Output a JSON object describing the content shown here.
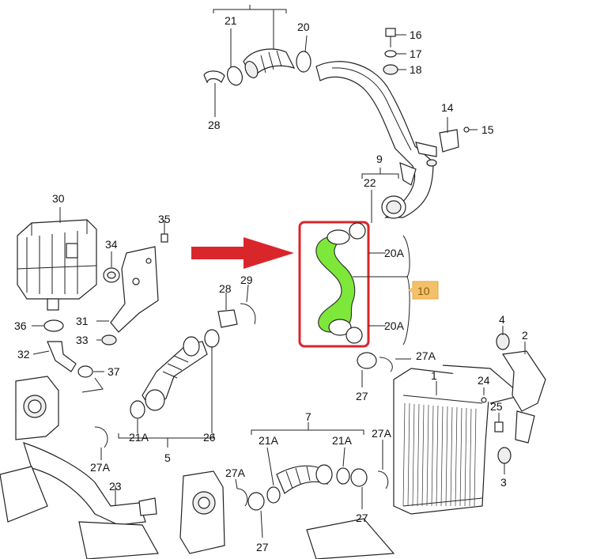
{
  "labels": {
    "l21_top": "21",
    "l20_top": "20",
    "l16": "16",
    "l17": "17",
    "l18": "18",
    "l28_top": "28",
    "l14": "14",
    "l15": "15",
    "l9": "9",
    "l22": "22",
    "l30": "30",
    "l35": "35",
    "l34": "34",
    "l36": "36",
    "l31": "31",
    "l33": "33",
    "l32": "32",
    "l37": "37",
    "l28_mid": "28",
    "l29": "29",
    "l20A_top": "20A",
    "l20A_bot": "20A",
    "l10": "10",
    "l4": "4",
    "l2": "2",
    "l27A_right": "27A",
    "l1": "1",
    "l24": "24",
    "l25": "25",
    "l27_mid": "27",
    "l3": "3",
    "l21A_left": "21A",
    "l26": "26",
    "l5": "5",
    "l27A_left": "27A",
    "l23": "23",
    "l7": "7",
    "l21A_bl": "21A",
    "l21A_br": "21A",
    "l27A_bot": "27A",
    "l27A_low": "27A",
    "l27_bot": "27",
    "l27_bot2": "27"
  },
  "highlight": {
    "part_color": "#7ee83a",
    "frame_color": "#d9262b",
    "arrow_color": "#d9262b",
    "callout_color": "#f4c16b"
  }
}
